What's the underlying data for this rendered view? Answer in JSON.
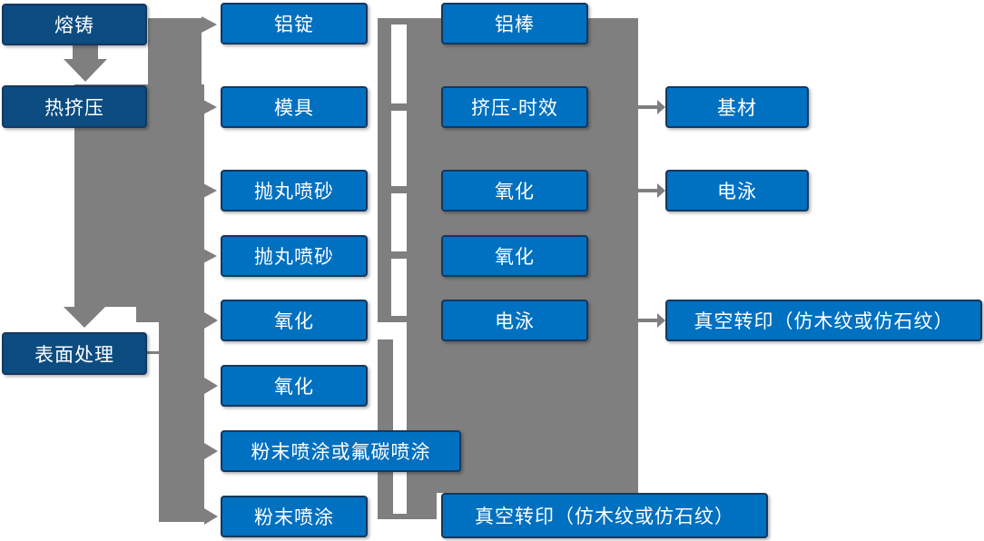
{
  "colors": {
    "bg": "#FFFFFF",
    "node_primary": "#0070C0",
    "node_dark": "#0C4C80",
    "node_border": "#17375E",
    "node_text": "#FFFFFF",
    "connector_gray": "#7F7F7F"
  },
  "flow": {
    "stage1": [
      "熔铸",
      "热挤压",
      "表面处理"
    ],
    "stage2": [
      "铝锭",
      "模具",
      "抛丸喷砂",
      "抛丸喷砂",
      "氧化",
      "氧化",
      "粉末喷涂或氟碳喷涂",
      "粉末喷涂"
    ],
    "stage3": [
      "铝棒",
      "挤压-时效",
      "氧化",
      "氧化",
      "电泳",
      "真空转印（仿木纹或仿石纹）"
    ],
    "stage4": [
      "基材",
      "电泳",
      "真空转印（仿木纹或仿石纹）"
    ]
  }
}
